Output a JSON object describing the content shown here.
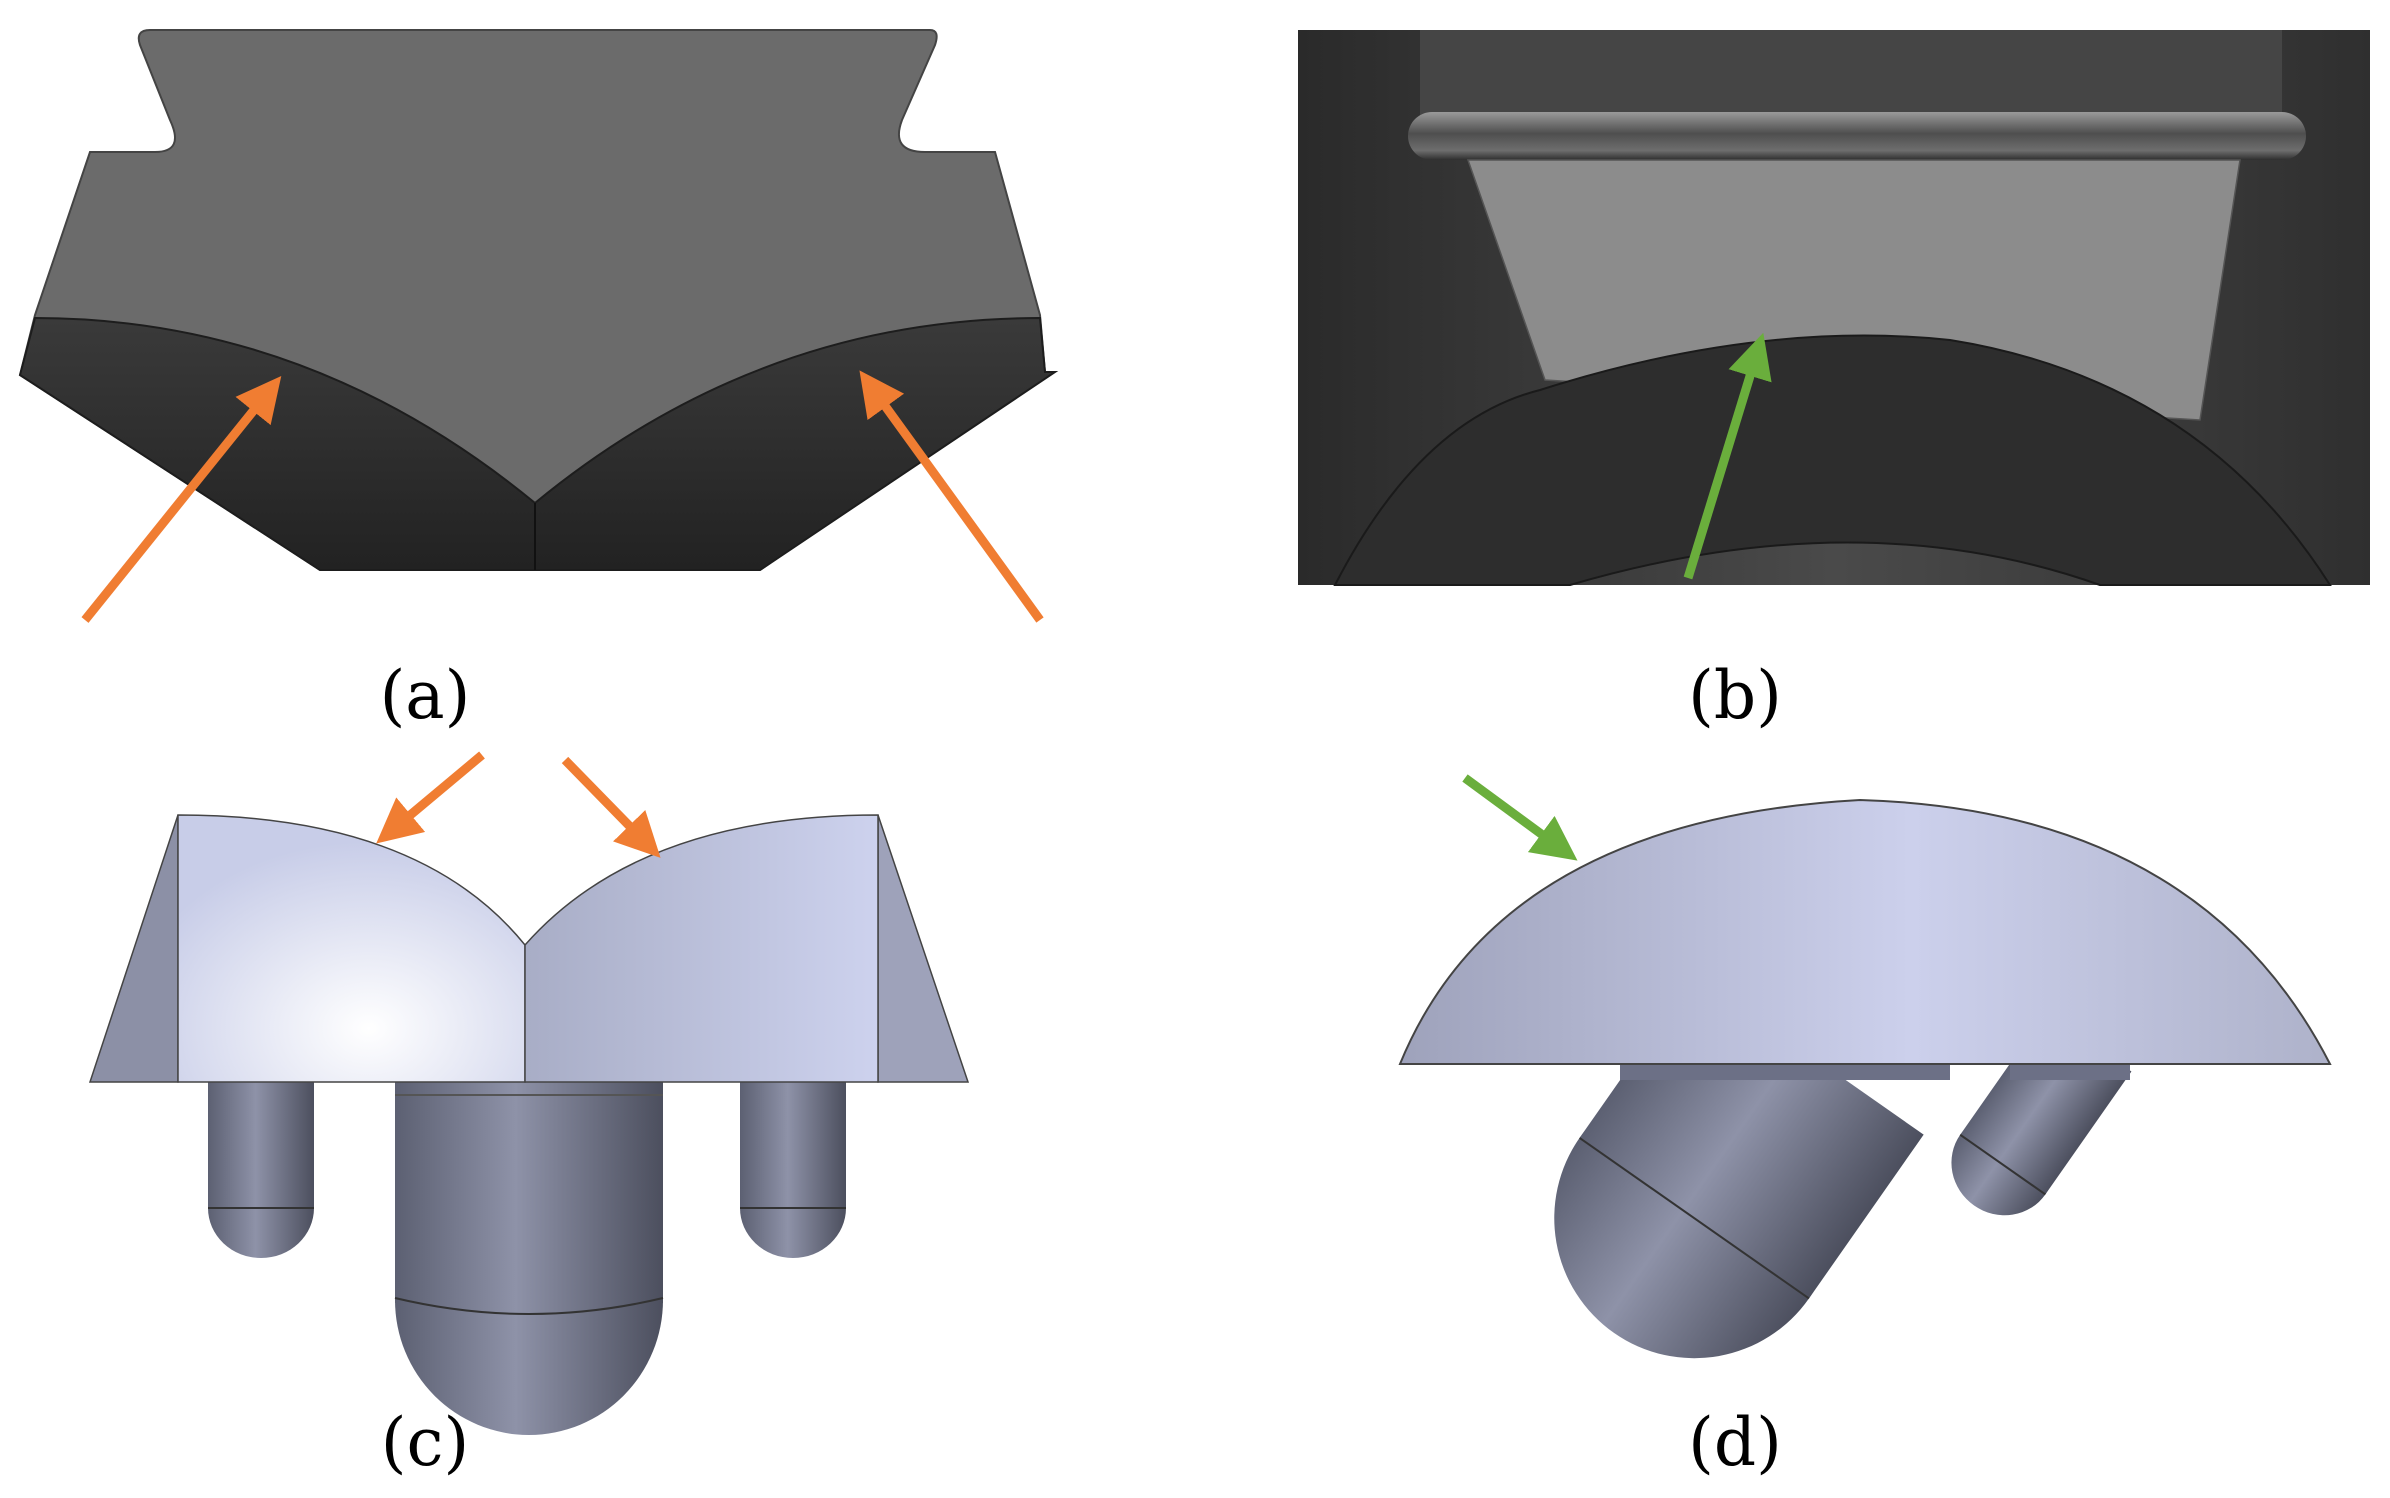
{
  "panels": [
    {
      "id": "a",
      "label": "(a)"
    },
    {
      "id": "b",
      "label": "(b)"
    },
    {
      "id": "c",
      "label": "(c)"
    },
    {
      "id": "d",
      "label": "(d)"
    }
  ],
  "colors": {
    "arrow_orange": "#F07D32",
    "arrow_green": "#6AAE3C",
    "dark_body": "#6B6B6B",
    "dark_face": "#2B2B2B",
    "solid_light": "#C9CDE6",
    "solid_dark": "#8E92A8"
  }
}
